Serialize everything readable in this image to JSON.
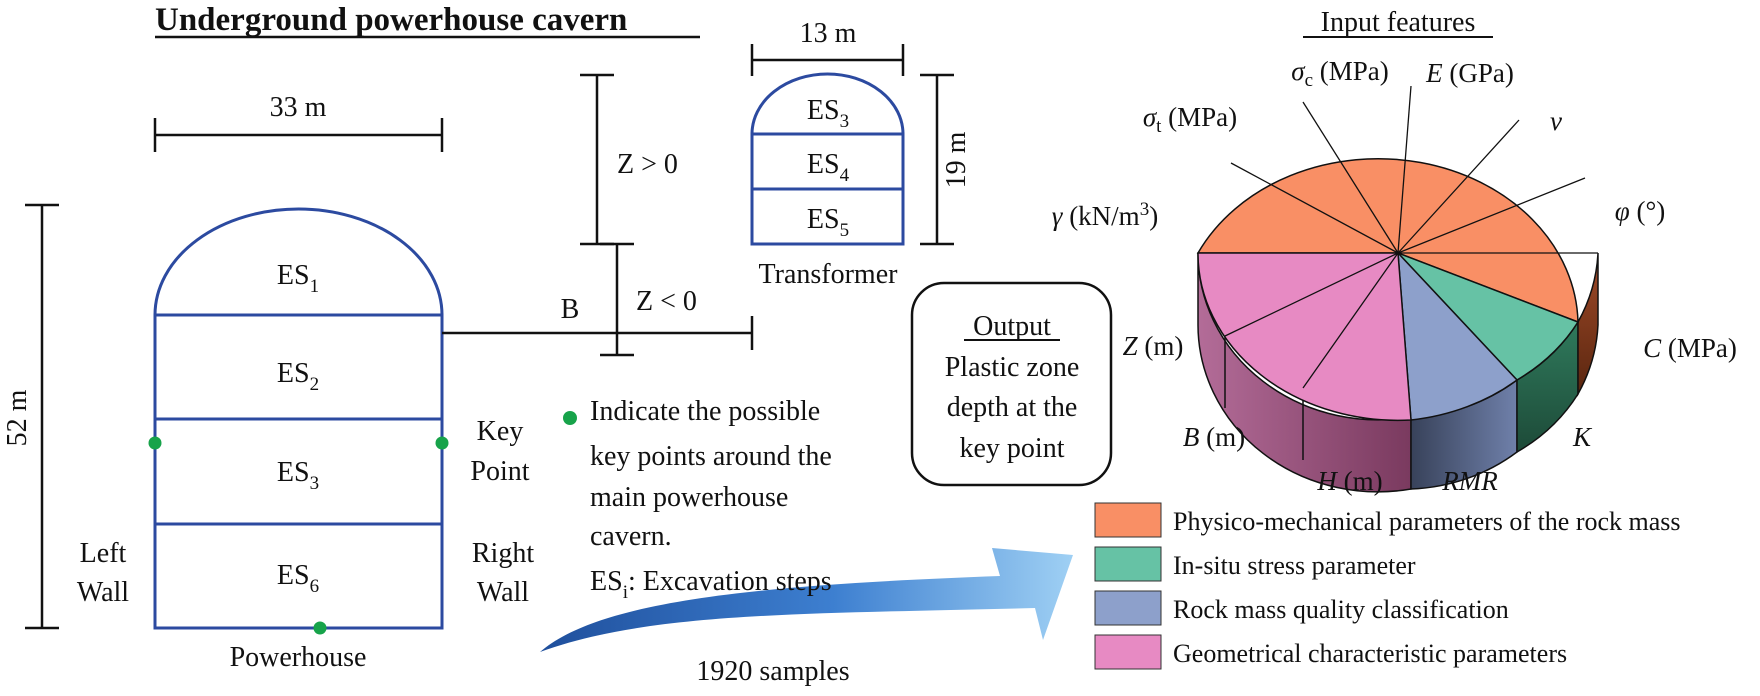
{
  "left_title": "Underground powerhouse cavern",
  "powerhouse": {
    "width_label": "33 m",
    "height_label": "52 m",
    "steps": [
      {
        "base": "ES",
        "sub": "1"
      },
      {
        "base": "ES",
        "sub": "2"
      },
      {
        "base": "ES",
        "sub": "3"
      },
      {
        "base": "ES",
        "sub": "6"
      }
    ],
    "name": "Powerhouse",
    "left_wall": [
      "Left",
      "Wall"
    ],
    "right_wall": [
      "Right",
      "Wall"
    ],
    "key_point": [
      "Key",
      "Point"
    ]
  },
  "transformer": {
    "width_label": "13 m",
    "height_label": "19 m",
    "steps": [
      {
        "base": "ES",
        "sub": "3"
      },
      {
        "base": "ES",
        "sub": "4"
      },
      {
        "base": "ES",
        "sub": "5"
      }
    ],
    "name": "Transformer"
  },
  "spacing": {
    "b_label": "B",
    "z_pos": "Z > 0",
    "z_neg": "Z < 0"
  },
  "note": {
    "lines": [
      "Indicate the possible",
      "key points around the",
      "main powerhouse",
      "cavern."
    ],
    "es_base": "ES",
    "es_sub": "i",
    "es_rest": ": Excavation steps"
  },
  "samples_label": "1920 samples",
  "output_box": {
    "title": "Output",
    "lines": [
      "Plastic zone",
      "depth at the",
      "key point"
    ]
  },
  "input_title": "Input features",
  "pie_labels": {
    "sigma_c": {
      "sym": "σ",
      "sub": "c",
      "rest": " (MPa)"
    },
    "E": {
      "sym": "E",
      "rest": " (GPa)"
    },
    "nu": {
      "sym": "v"
    },
    "phi": {
      "sym": "φ",
      "rest": " (°)"
    },
    "C": {
      "sym": "C",
      "rest": " (MPa)"
    },
    "K": {
      "sym": "K"
    },
    "RMR": {
      "sym": "RMR"
    },
    "H": {
      "sym": "H",
      "rest": " (m)"
    },
    "B": {
      "sym": "B",
      "rest": " (m)"
    },
    "Z": {
      "sym": "Z",
      "rest": " (m)"
    },
    "gamma": {
      "sym": "γ",
      "rest": " (kN/m",
      "sup": "3",
      "close": ")"
    },
    "sigma_t": {
      "sym": "σ",
      "sub": "t",
      "rest": " (MPa)"
    }
  },
  "legend": [
    {
      "label": "Physico-mechanical parameters of the rock mass",
      "color": "#f98f65"
    },
    {
      "label": "In-situ stress parameter",
      "color": "#66c2a5"
    },
    {
      "label": "Rock mass quality classification",
      "color": "#8da0cb"
    },
    {
      "label": "Geometrical characteristic parameters",
      "color": "#e78ac3"
    }
  ],
  "colors": {
    "outline": "#2c4aa0",
    "key_point": "#17a34a",
    "physico": "#f98f65",
    "insitu": "#66c2a5",
    "rmr": "#8da0cb",
    "geom": "#e78ac3"
  }
}
